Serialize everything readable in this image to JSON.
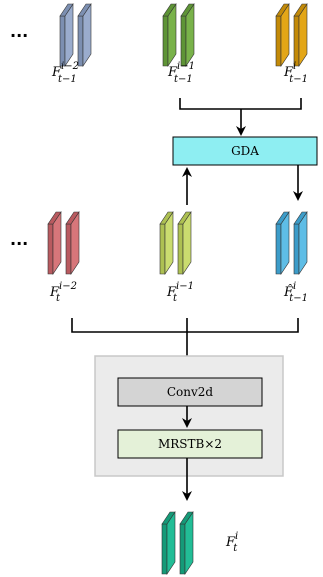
{
  "diagram": {
    "ellipsis": "...",
    "top_row": {
      "features": [
        {
          "main": "F",
          "sup": "i−2",
          "sub": "t−1",
          "color": "#9aaccd",
          "color_side": "#7c8fb1"
        },
        {
          "main": "F",
          "sup": "i−1",
          "sub": "t−1",
          "color": "#79b24a",
          "color_side": "#5e9436"
        },
        {
          "main": "F",
          "sup": "i",
          "sub": "t−1",
          "color": "#e3a617",
          "color_side": "#c38a08"
        }
      ]
    },
    "gda": {
      "label": "GDA",
      "fill": "#8eeef2"
    },
    "mid_row": {
      "features": [
        {
          "main": "F",
          "sup": "i−2",
          "sub": "t",
          "color": "#d7767a",
          "color_side": "#b95a5f"
        },
        {
          "main": "F",
          "sup": "i−1",
          "sub": "t",
          "color": "#cadc6f",
          "color_side": "#adc052"
        },
        {
          "main": "F̂",
          "sup": "i",
          "sub": "t−1",
          "color": "#5ebde6",
          "color_side": "#3c9cc9"
        }
      ]
    },
    "block": {
      "conv": {
        "label": "Conv2d",
        "fill": "#d4d4d4"
      },
      "mrstb": {
        "label": "MRSTB×2",
        "fill": "#e4f1d8"
      },
      "background": "#ebebeb"
    },
    "output": {
      "main": "F",
      "sup": "i",
      "sub": "t",
      "color": "#22bd96",
      "color_side": "#159a78"
    }
  }
}
